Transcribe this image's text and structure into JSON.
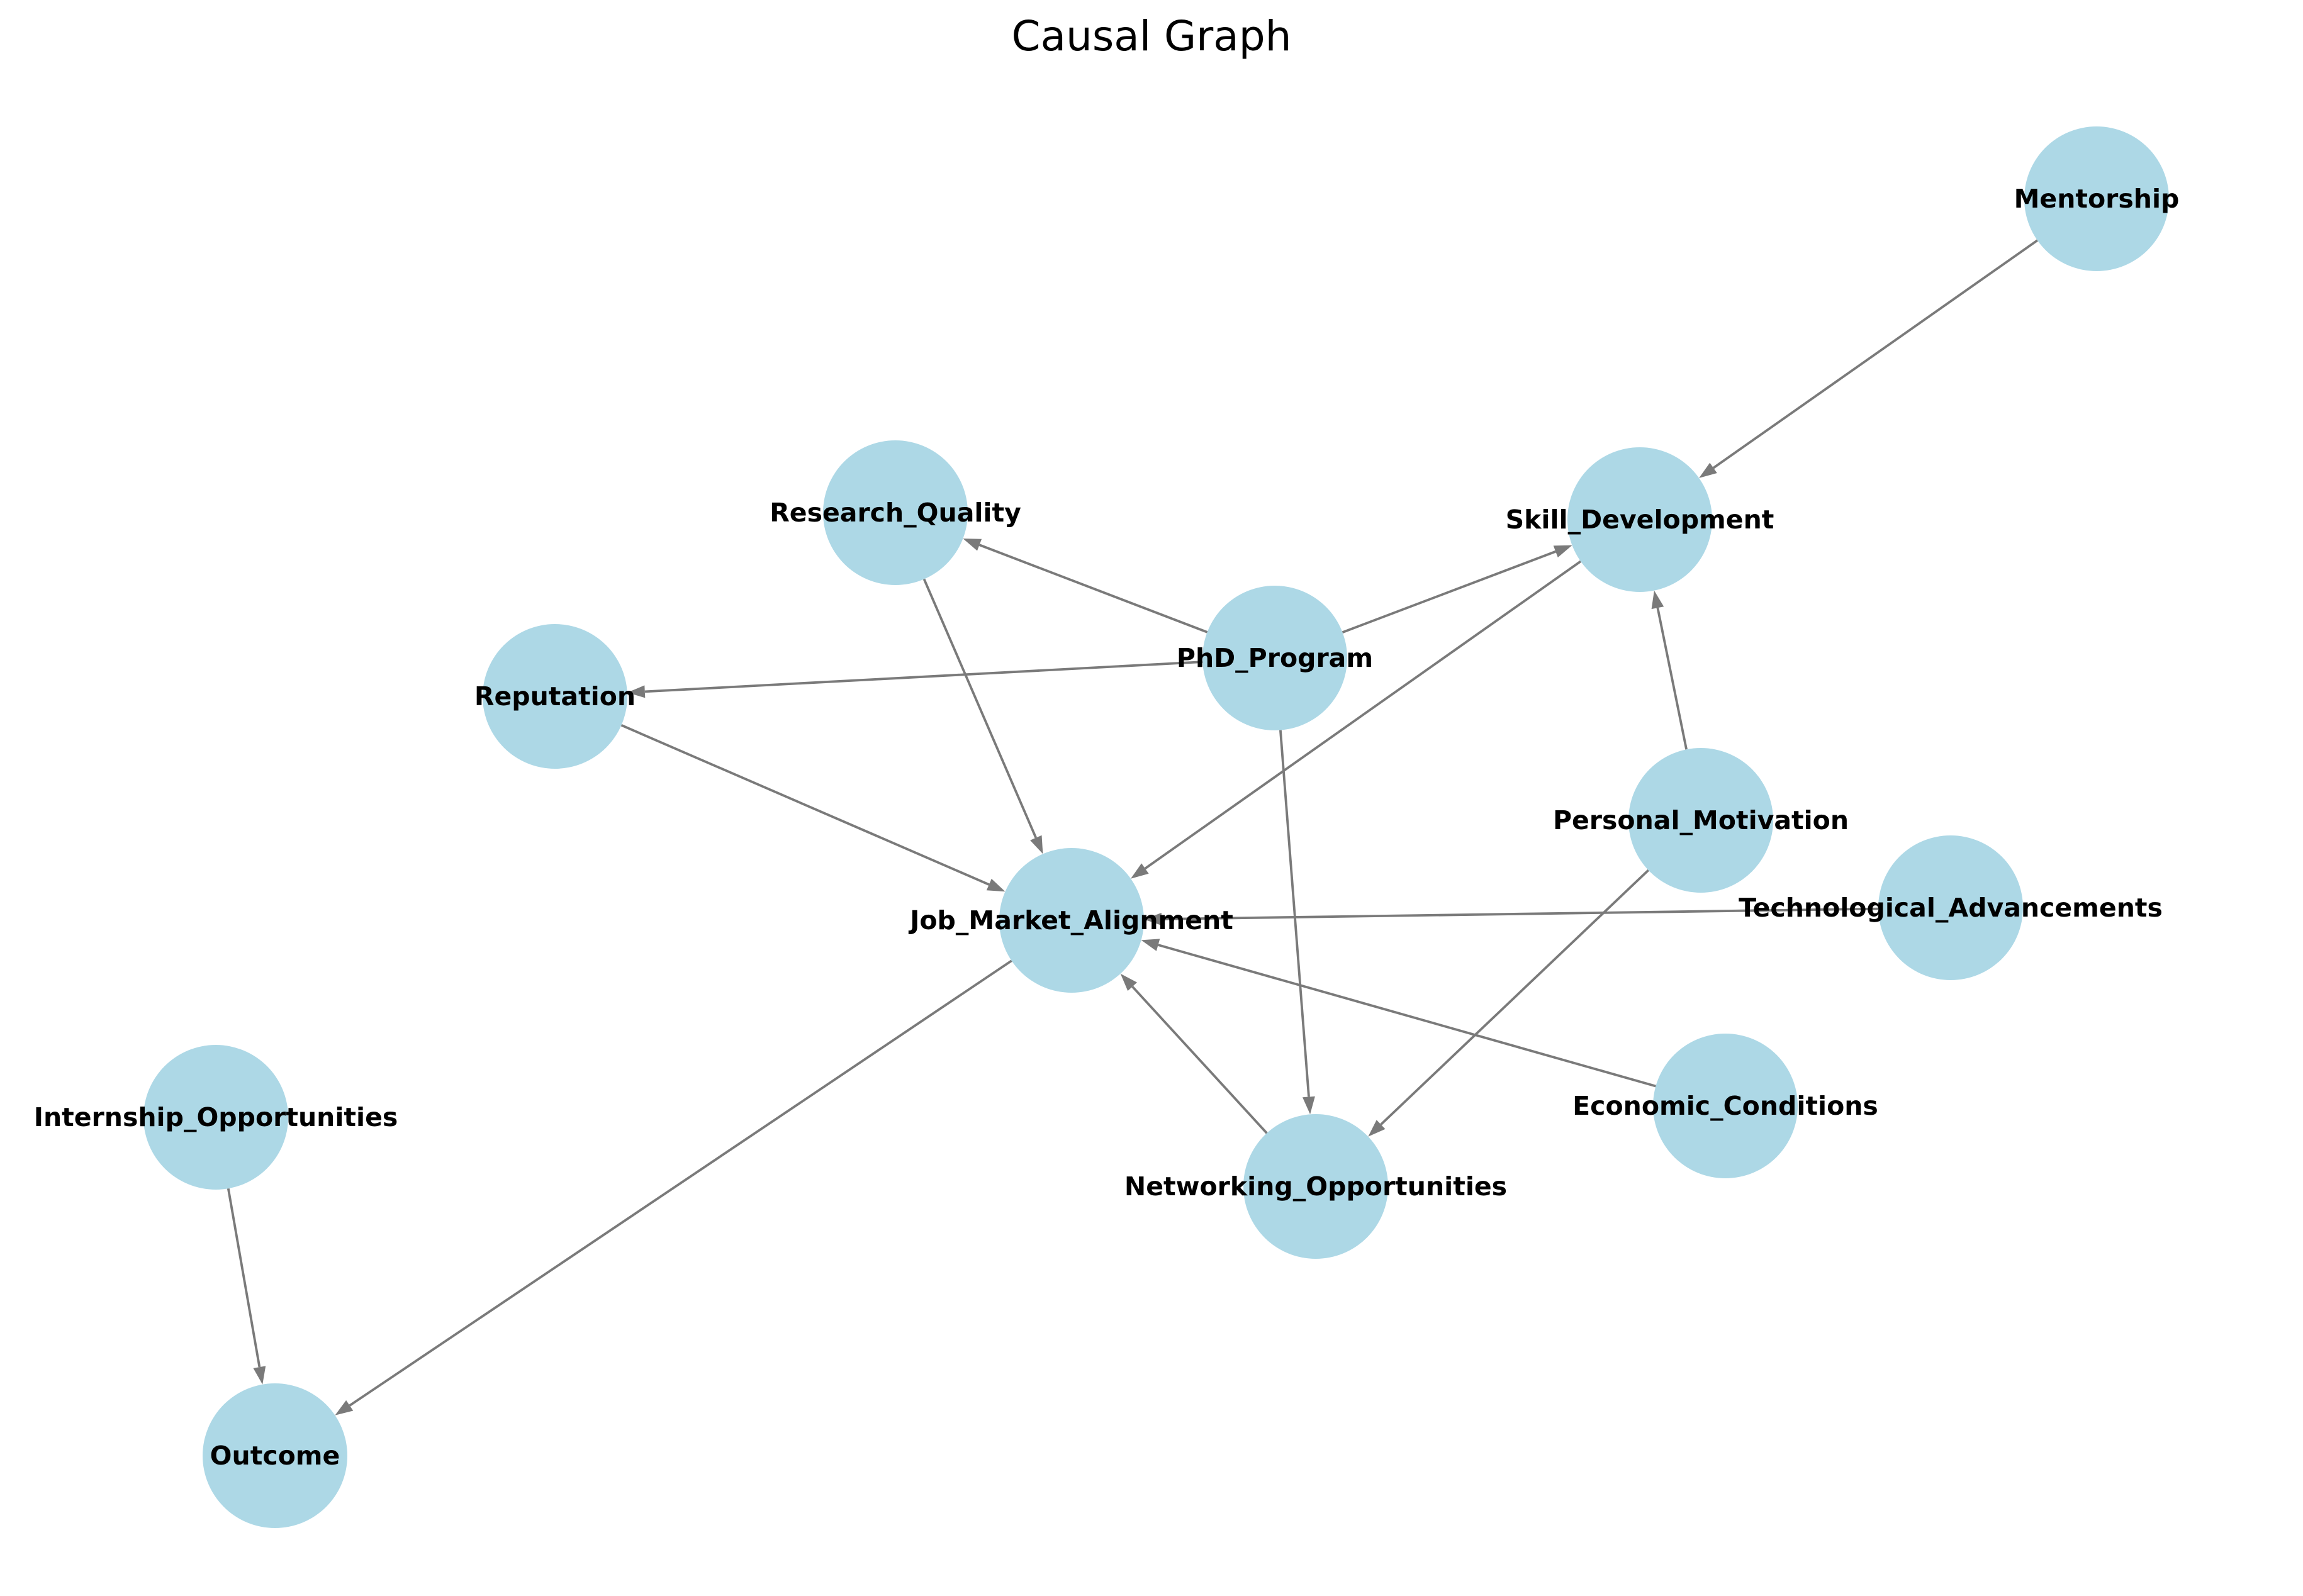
{
  "title": "Causal Graph",
  "colors": {
    "node_fill": "#add8e6",
    "edge": "#7a7a7a",
    "label": "#000000",
    "background": "#ffffff"
  },
  "nodes": [
    {
      "id": "mentorship",
      "label": "Mentorship"
    },
    {
      "id": "research-quality",
      "label": "Research_Quality"
    },
    {
      "id": "skill-development",
      "label": "Skill_Development"
    },
    {
      "id": "phd-program",
      "label": "PhD_Program"
    },
    {
      "id": "reputation",
      "label": "Reputation"
    },
    {
      "id": "personal-motivation",
      "label": "Personal_Motivation"
    },
    {
      "id": "job-market-alignment",
      "label": "Job_Market_Alignment"
    },
    {
      "id": "technological-advancements",
      "label": "Technological_Advancements"
    },
    {
      "id": "internship-opportunities",
      "label": "Internship_Opportunities"
    },
    {
      "id": "economic-conditions",
      "label": "Economic_Conditions"
    },
    {
      "id": "networking-opportunities",
      "label": "Networking_Opportunities"
    },
    {
      "id": "outcome",
      "label": "Outcome"
    }
  ],
  "edges": [
    {
      "from": "mentorship",
      "to": "skill-development"
    },
    {
      "from": "phd-program",
      "to": "research-quality"
    },
    {
      "from": "phd-program",
      "to": "skill-development"
    },
    {
      "from": "phd-program",
      "to": "reputation"
    },
    {
      "from": "phd-program",
      "to": "networking-opportunities"
    },
    {
      "from": "research-quality",
      "to": "job-market-alignment"
    },
    {
      "from": "skill-development",
      "to": "job-market-alignment"
    },
    {
      "from": "reputation",
      "to": "job-market-alignment"
    },
    {
      "from": "personal-motivation",
      "to": "skill-development"
    },
    {
      "from": "personal-motivation",
      "to": "networking-opportunities"
    },
    {
      "from": "technological-advancements",
      "to": "job-market-alignment"
    },
    {
      "from": "economic-conditions",
      "to": "job-market-alignment"
    },
    {
      "from": "networking-opportunities",
      "to": "job-market-alignment"
    },
    {
      "from": "job-market-alignment",
      "to": "outcome"
    },
    {
      "from": "internship-opportunities",
      "to": "outcome"
    }
  ]
}
